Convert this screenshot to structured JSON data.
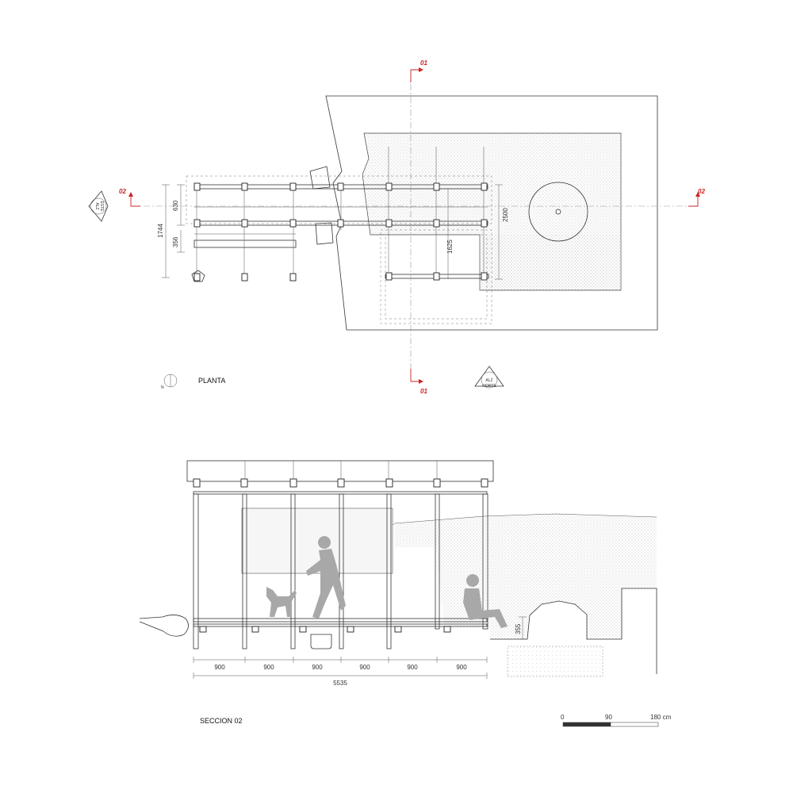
{
  "plan": {
    "title": "PLANTA",
    "cut_01_top": "01",
    "cut_01_bottom": "01",
    "cut_02_left": "02",
    "cut_02_right": "02",
    "dim_total_depth": "1744",
    "dim_upper": "630",
    "dim_lower": "356",
    "dim_overall": "2500",
    "dim_inner": "1625",
    "elevation_tag_west": {
      "top": "ALZ",
      "bottom": "ESTE"
    },
    "elevation_tag_north": {
      "top": "ALZ",
      "bottom": "NORTE"
    },
    "north_symbol": "N"
  },
  "section": {
    "title": "SECCION 02",
    "bay_dims": [
      "900",
      "900",
      "900",
      "900",
      "900",
      "900"
    ],
    "overall_dim": "5535",
    "step_height": "355"
  },
  "scale_bar": {
    "labels": [
      "0",
      "90",
      "180 cm"
    ]
  }
}
